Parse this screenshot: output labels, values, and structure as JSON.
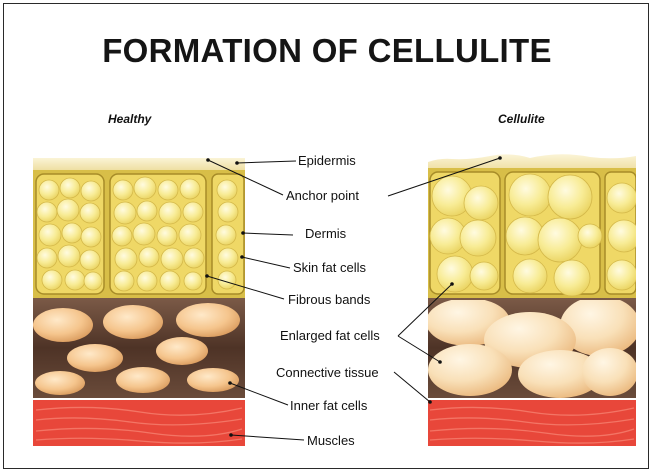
{
  "title": "FORMATION OF CELLULITE",
  "panels": {
    "healthy": "Healthy",
    "cellulite": "Cellulite"
  },
  "labels": {
    "epidermis": "Epidermis",
    "anchor_point": "Anchor point",
    "dermis": "Dermis",
    "skin_fat_cells": "Skin fat cells",
    "fibrous_bands": "Fibrous bands",
    "enlarged_fat_cells": "Enlarged fat cells",
    "connective_tissue": "Connective tissue",
    "inner_fat_cells": "Inner fat cells",
    "muscles": "Muscles"
  },
  "colors": {
    "epidermis": "#f6ecc0",
    "fat_fill": "#f7ea8c",
    "fat_border": "#b8a030",
    "connective": "#5a3d2f",
    "inner_fat": "#f2c48c",
    "muscle": "#e94a3c"
  }
}
